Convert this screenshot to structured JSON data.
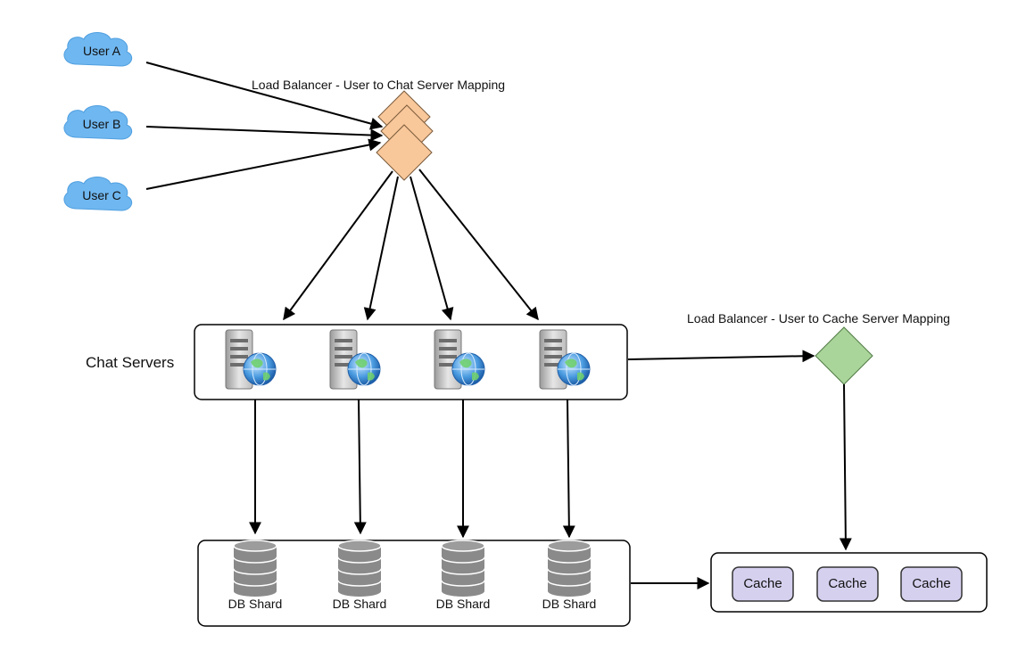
{
  "labels": {
    "load_balancer_chat": "Load Balancer - User to Chat Server Mapping",
    "load_balancer_cache": "Load Balancer - User to Cache Server Mapping",
    "chat_servers": "Chat Servers"
  },
  "users": [
    {
      "label": "User A"
    },
    {
      "label": "User B"
    },
    {
      "label": "User C"
    }
  ],
  "db_shards": [
    {
      "label": "DB Shard"
    },
    {
      "label": "DB Shard"
    },
    {
      "label": "DB Shard"
    },
    {
      "label": "DB Shard"
    }
  ],
  "caches": [
    {
      "label": "Cache"
    },
    {
      "label": "Cache"
    },
    {
      "label": "Cache"
    }
  ],
  "colors": {
    "cloud_fill": "#6fb7f0",
    "cloud_stroke": "#4f9fe0",
    "diamond_orange": "#f8c79a",
    "diamond_orange_stroke": "#7a5a3a",
    "diamond_green": "#a9d49a",
    "diamond_green_stroke": "#4f7a43",
    "cache_fill": "#d6d0ef",
    "cache_stroke": "#333333",
    "db_gray": "#8a8a8a"
  }
}
